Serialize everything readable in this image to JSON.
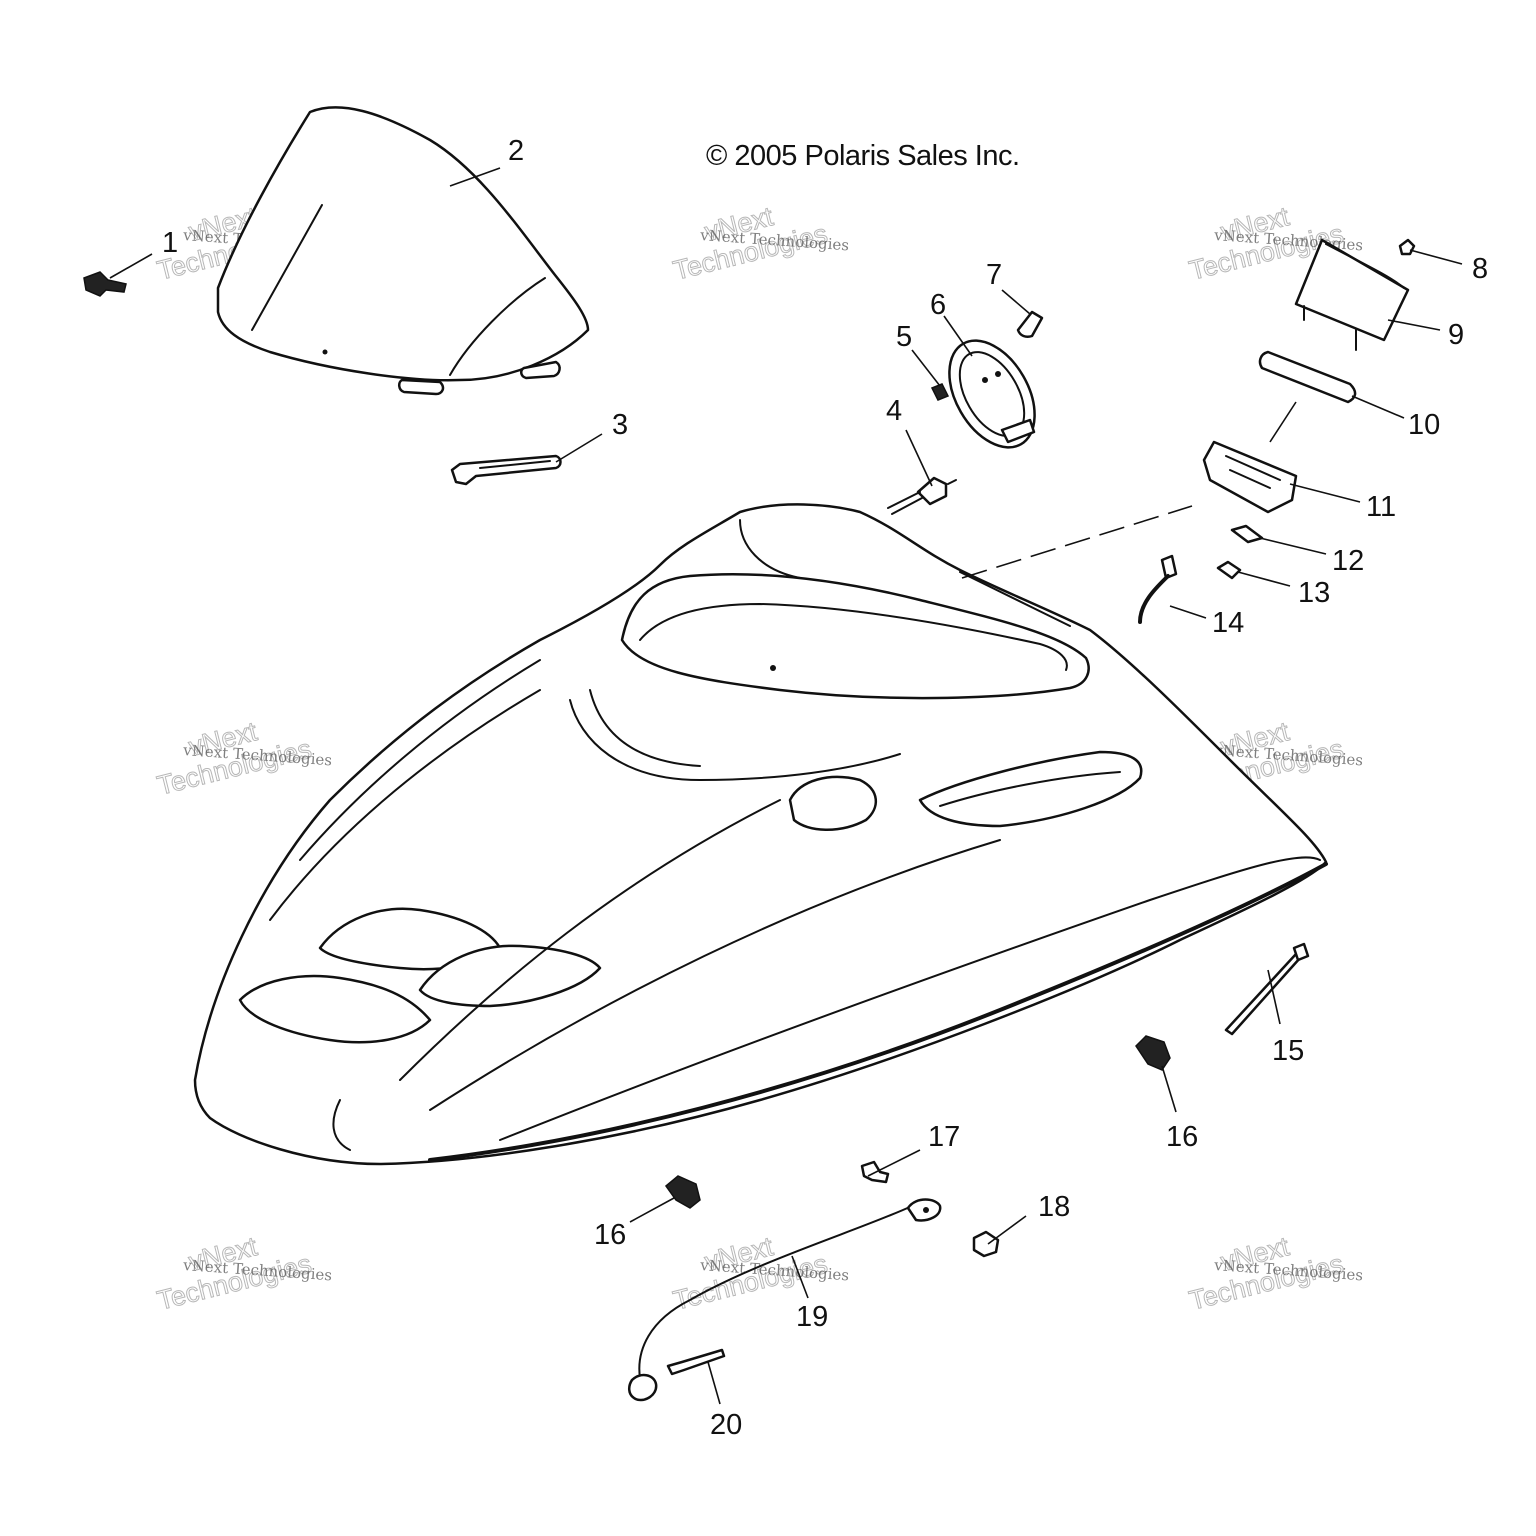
{
  "copyright": "© 2005 Polaris Sales Inc.",
  "watermark": {
    "line1": "vNext",
    "line2": "Technologies",
    "small": "vNext Technologies"
  },
  "callouts": [
    "1",
    "2",
    "3",
    "4",
    "5",
    "6",
    "7",
    "8",
    "9",
    "10",
    "11",
    "12",
    "13",
    "14",
    "15",
    "16",
    "16",
    "17",
    "18",
    "19",
    "20"
  ]
}
